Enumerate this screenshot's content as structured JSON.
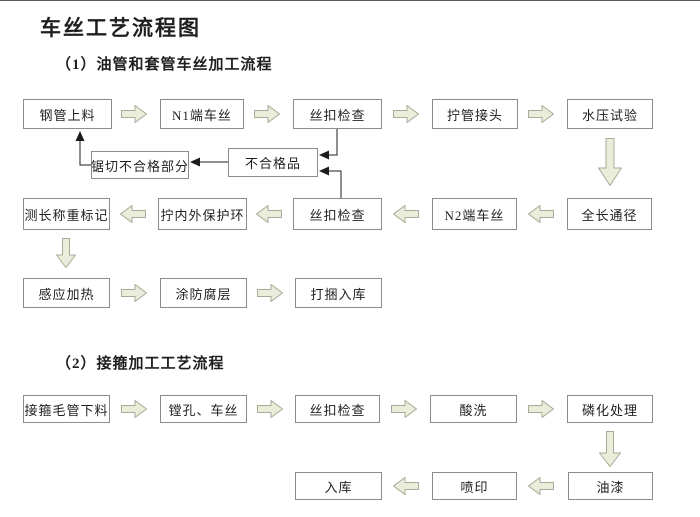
{
  "title": "车丝工艺流程图",
  "sections": {
    "s1": {
      "heading": "（1）油管和套管车丝加工流程"
    },
    "s2": {
      "heading": "（2）接箍加工工艺流程"
    }
  },
  "boxes": {
    "steel_pipe_feeding": "钢管上料",
    "n1_end_threading": "N1端车丝",
    "thread_inspection_1": "丝扣检查",
    "joint_tightening": "拧管接头",
    "hydrostatic_test": "水压试验",
    "saw_cut_defective_part": "锯切不合格部分",
    "defective_product": "不合格品",
    "length_weight_marking": "测长称重标记",
    "protector_ring_fitting": "拧内外保护环",
    "thread_inspection_2": "丝扣检查",
    "n2_end_threading": "N2端车丝",
    "full_length_drift": "全长通径",
    "induction_heating": "感应加热",
    "anticorrosive_coating": "涂防腐层",
    "bundling_storage": "打捆入库",
    "coupling_blank_cutting": "接箍毛管下料",
    "boring_threading": "镗孔、车丝",
    "thread_inspection_3": "丝扣检查",
    "acid_pickling": "酸洗",
    "phosphating": "磷化处理",
    "storage": "入库",
    "ink_printing": "喷印",
    "painting": "油漆"
  },
  "colors": {
    "block_arrow_fill": "#eaedd9",
    "block_arrow_border": "#a8ab99",
    "box_border": "#8c8c8c",
    "connector": "#1c1c1c",
    "text": "#1f1f1f",
    "background": "#ffffff"
  }
}
